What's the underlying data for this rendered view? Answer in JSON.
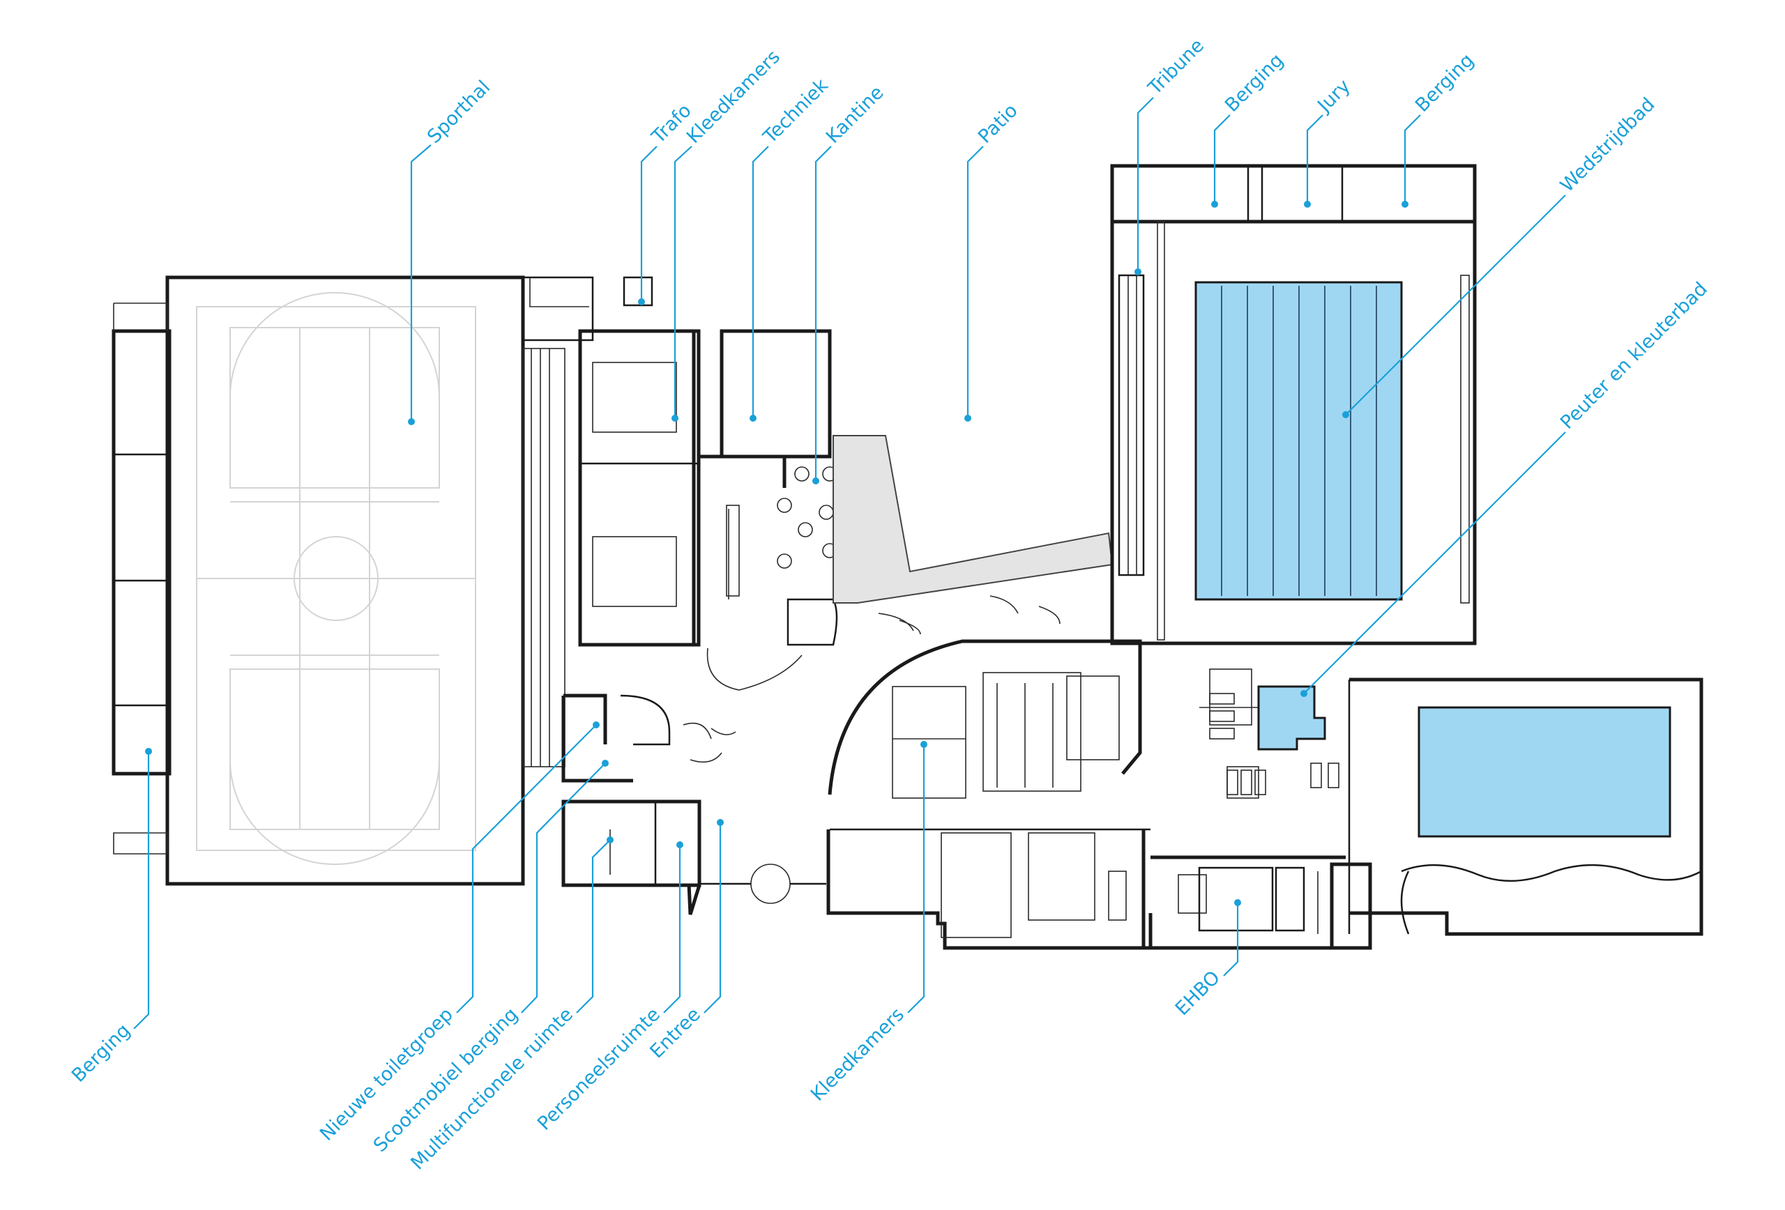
{
  "plan": {
    "labels": {
      "sporthal": "Sporthal",
      "trafo": "Trafo",
      "kleedkamers_top": "Kleedkamers",
      "techniek": "Techniek",
      "kantine": "Kantine",
      "patio": "Patio",
      "tribune": "Tribune",
      "berging_top1": "Berging",
      "jury": "Jury",
      "berging_top2": "Berging",
      "wedstrijdbad": "Wedstrijdbad",
      "peuterbad": "Peuter en kleuterbad",
      "berging_left": "Berging",
      "toiletgroep": "Nieuwe toiletgroep",
      "scootmobiel": "Scootmobiel berging",
      "multifunctioneel": "Multifunctionele ruimte",
      "personeel": "Personeelsruimte",
      "entree": "Entree",
      "kleedkamers_bottom": "Kleedkamers",
      "ehbo": "EHBO"
    },
    "colors": {
      "label": "#1aa0d8",
      "pool_water": "#9fd7f3",
      "walls": "#1a1a1a"
    }
  }
}
